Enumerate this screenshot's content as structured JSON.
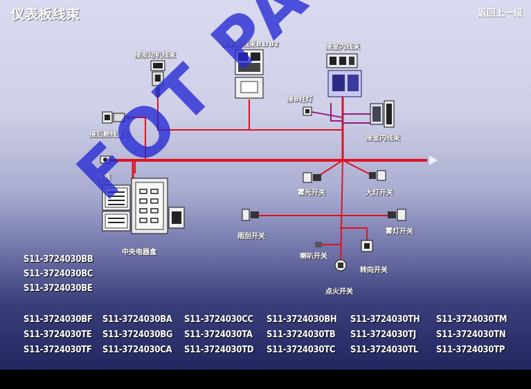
{
  "title": "仪表板线束",
  "back_link": "返回上一级",
  "watermark": "FOT PARTS",
  "components": {
    "fuel_harness": "接发动机线束",
    "rear_harness": "接前舱线束B1/B2",
    "indoor_harness_top": "接室内线束",
    "indoor_harness_right": "接室内线束",
    "left_harness": "接后舱线束C",
    "small_connector": "接B柱灯",
    "ground": "搭铁",
    "fog_switch": "雾光开关",
    "headlamp_switch": "大灯开关",
    "wiper_switch": "雨刮开关",
    "rear_fog_switch": "雾灯开关",
    "horn_switch": "喇叭开关",
    "turn_switch": "转向开关",
    "ignition_switch": "点火开关",
    "central_box": "中央电器盒"
  },
  "part_numbers": {
    "left_group": [
      "S11-3724030BB",
      "S11-3724030BC",
      "S11-3724030BE"
    ],
    "grid": [
      [
        "S11-3724030BF",
        "S11-3724030BA",
        "S11-3724030CC",
        "S11-3724030BH",
        "S11-3724030TH",
        "S11-3724030TM"
      ],
      [
        "S11-3724030TE",
        "S11-3724030BG",
        "S11-3724030TA",
        "S11-3724030TB",
        "S11-3724030TJ",
        "S11-3724030TN"
      ],
      [
        "S11-3724030TF",
        "S11-3724030CA",
        "S11-3724030TD",
        "S11-3724030TC",
        "S11-3724030TL",
        "S11-3724030TP"
      ]
    ]
  },
  "colors": {
    "wire_red": "#e01020",
    "wire_purple": "#9a1a7a",
    "watermark_blue": "#2428d2"
  }
}
